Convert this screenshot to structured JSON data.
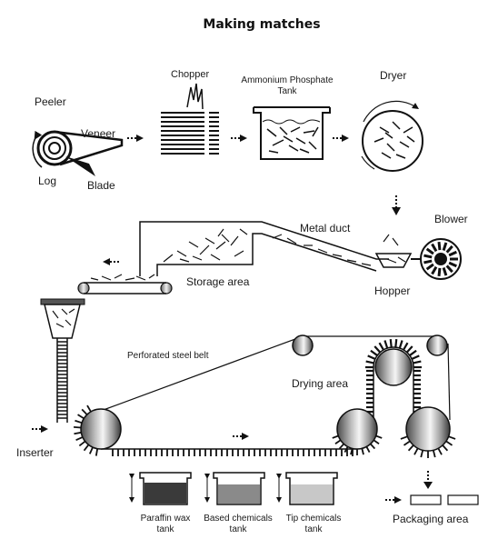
{
  "title": "Making matches",
  "labels": {
    "peeler": "Peeler",
    "veneer": "Veneer",
    "log": "Log",
    "blade": "Blade",
    "chopper": "Chopper",
    "ammonium_line1": "Ammonium Phosphate",
    "ammonium_line2": "Tank",
    "dryer": "Dryer",
    "metal_duct": "Metal duct",
    "blower": "Blower",
    "storage_area": "Storage area",
    "hopper": "Hopper",
    "perforated_belt": "Perforated steel belt",
    "drying_area": "Drying area",
    "inserter": "Inserter",
    "paraffin_line1": "Paraffin wax",
    "paraffin_line2": "tank",
    "based_line1": "Based chemicals",
    "based_line2": "tank",
    "tip_line1": "Tip chemicals",
    "tip_line2": "tank",
    "packaging_area": "Packaging area"
  },
  "colors": {
    "ink": "#1a1a1a",
    "paraffin_fill": "#3a3a3a",
    "based_fill": "#8a8a8a",
    "tip_fill": "#c8c8c8",
    "roller_dark": "#555555",
    "roller_light": "#f2f2f2"
  }
}
